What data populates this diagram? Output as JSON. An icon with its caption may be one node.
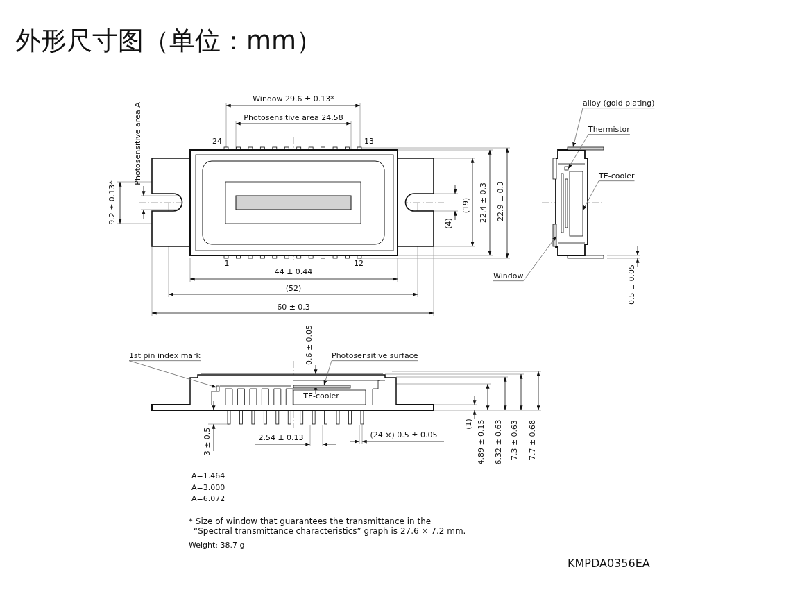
{
  "diagram": {
    "title": "外形尺寸图（单位：mm）",
    "nodes": [
      {
        "text": [
          "alloy (gold plating)"
        ]
      },
      {
        "text": [
          "Thermistor"
        ]
      },
      {
        "text": [
          "TE-cooler"
        ]
      },
      {
        "text": [
          "Window"
        ]
      },
      {
        "text": [
          "1st pin index mark"
        ]
      },
      {
        "text": [
          "Photosensitive surface"
        ]
      },
      {
        "text": [],
        "shape": "bar"
      },
      {
        "text": [],
        "shape": "box"
      },
      {
        "text": [],
        "shape": "box"
      },
      {
        "text": [],
        "shape": "bar"
      },
      {
        "text": [],
        "shape": "bar"
      },
      {
        "text": [],
        "shape": "box"
      }
    ],
    "edges": [
      {
        "from": 0,
        "to": 6,
        "arrow": "to"
      },
      {
        "from": 1,
        "to": 7,
        "arrow": "to"
      },
      {
        "from": 2,
        "to": 8,
        "arrow": "to"
      },
      {
        "from": 3,
        "to": 9,
        "arrow": "to"
      },
      {
        "from": 4,
        "to": 11,
        "arrow": "to"
      },
      {
        "from": 5,
        "to": 10,
        "arrow": "to"
      }
    ],
    "labels": [
      "Window 29.6 ± 0.13*",
      "Photosensitive area 24.58",
      "Photosensitive area A",
      "24",
      "13",
      "9.2 ± 0.13*",
      "(19)",
      "22.4 ± 0.3",
      "22.9 ± 0.3",
      "(4)",
      "1",
      "12",
      "44 ± 0.44",
      "(52)",
      "60 ± 0.3",
      "0.5 ± 0.05",
      "0.6 ± 0.05",
      "TE-cooler",
      "3 ± 0.5",
      "2.54 ± 0.13",
      "(24 ×) 0.5 ± 0.05",
      "(1)",
      "4.89 ± 0.15",
      "6.32 ± 0.63",
      "7.3 ± 0.63",
      "7.7 ± 0.68",
      "A=1.464",
      "A=3.000",
      "A=6.072",
      "* Size of window that guarantees the transmittance in the “Spectral transmittance characteristics” graph is 27.6 × 7.2 mm.",
      "Weight: 38.7 g",
      "KMPDA0356EA"
    ]
  }
}
